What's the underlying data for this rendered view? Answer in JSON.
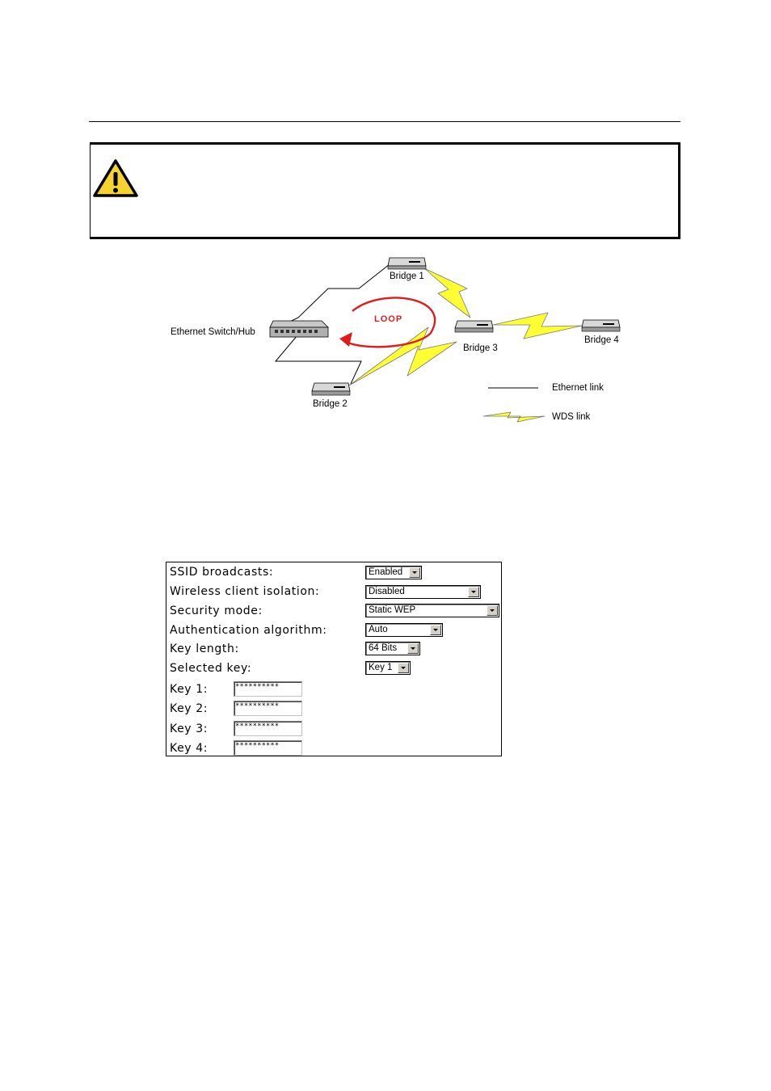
{
  "colors": {
    "warning_yellow": "#f6d230",
    "loop_red": "#e01b1b",
    "wds_yellow": "#ffff33"
  },
  "warning": {
    "icon": "warning-triangle-icon"
  },
  "diagram": {
    "nodes": {
      "bridge1": "Bridge 1",
      "bridge2": "Bridge 2",
      "bridge3": "Bridge 3",
      "bridge4": "Bridge 4",
      "switch": "Ethernet Switch/Hub"
    },
    "loop_label": "LOOP",
    "legend": {
      "ethernet": "Ethernet link",
      "wds": "WDS link"
    }
  },
  "settings": {
    "ssid_broadcasts": {
      "label": "SSID broadcasts:",
      "value": "Enabled"
    },
    "client_isolation": {
      "label": "Wireless client isolation:",
      "value": "Disabled"
    },
    "security_mode": {
      "label": "Security mode:",
      "value": "Static WEP"
    },
    "auth_algorithm": {
      "label": "Authentication algorithm:",
      "value": "Auto"
    },
    "key_length": {
      "label": "Key length:",
      "value": "64 Bits"
    },
    "selected_key": {
      "label": "Selected key:",
      "value": "Key 1"
    },
    "keys": [
      {
        "label": "Key 1:",
        "value": "**********"
      },
      {
        "label": "Key 2:",
        "value": "**********"
      },
      {
        "label": "Key 3:",
        "value": "**********"
      },
      {
        "label": "Key 4:",
        "value": "**********"
      }
    ]
  }
}
